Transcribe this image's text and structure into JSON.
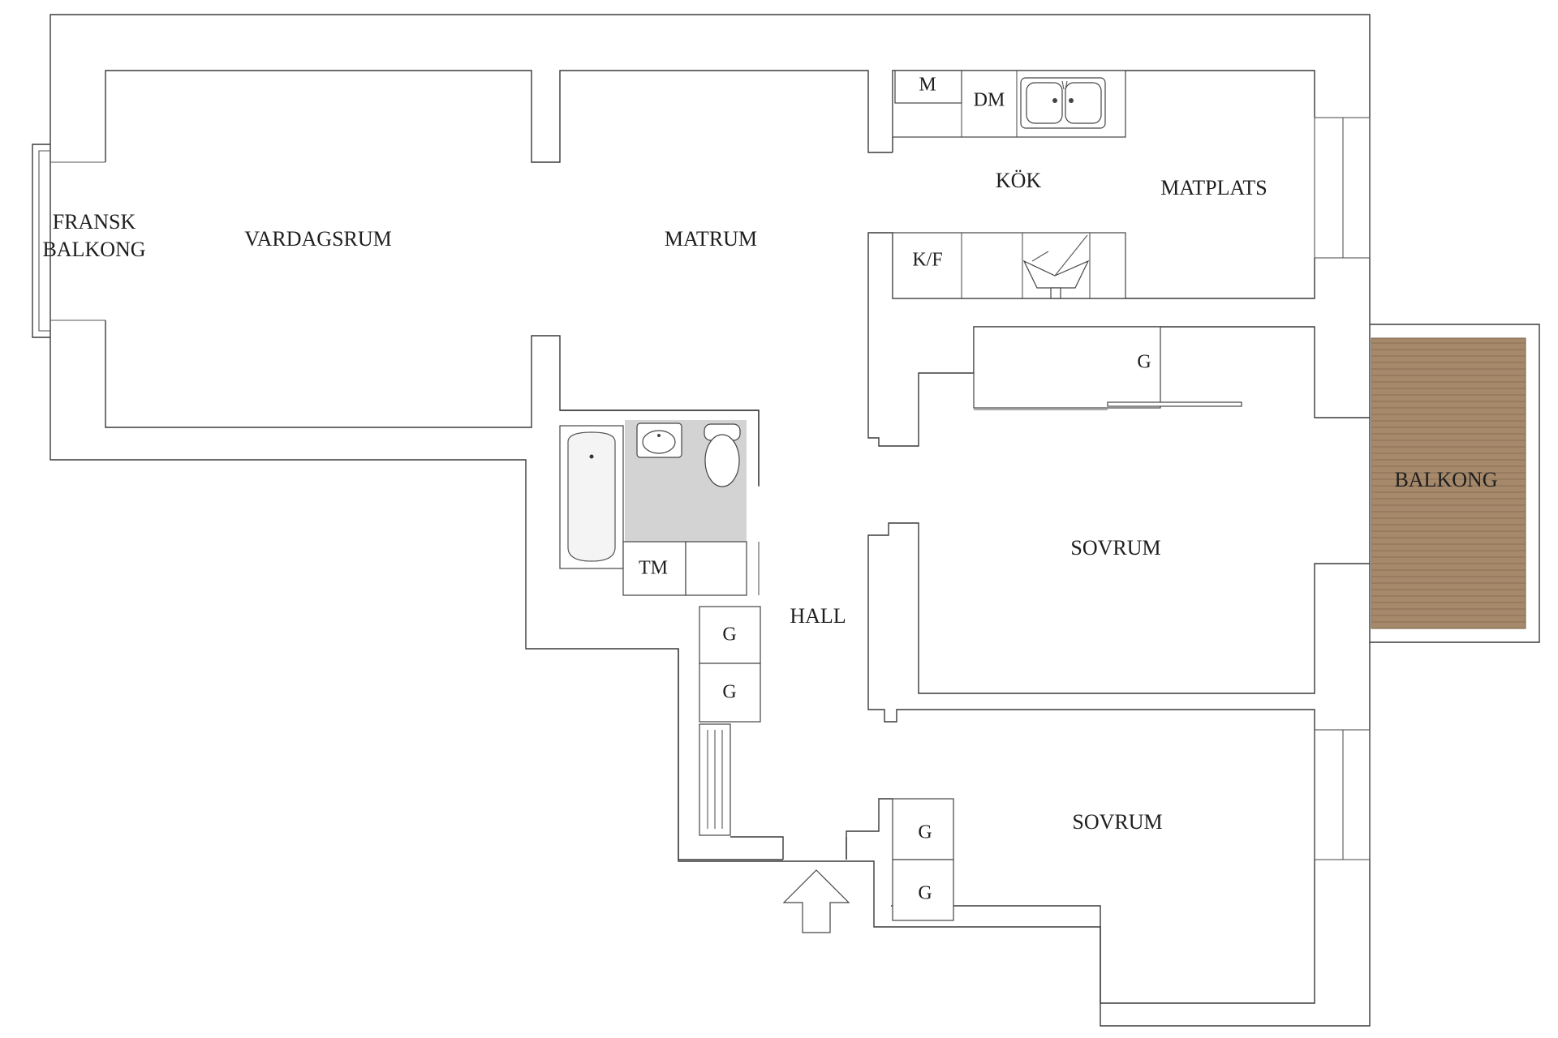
{
  "rooms": {
    "fransk_balkong_line1": "FRANSK",
    "fransk_balkong_line2": "BALKONG",
    "vardagsrum": "VARDAGSRUM",
    "matrum": "MATRUM",
    "kok": "KÖK",
    "matplats": "MATPLATS",
    "hall": "HALL",
    "sovrum_1": "SOVRUM",
    "sovrum_2": "SOVRUM",
    "balkong": "BALKONG"
  },
  "fixtures": {
    "microwave": "M",
    "dishwasher": "DM",
    "fridge_freezer": "K/F",
    "washing_machine": "TM",
    "wardrobe_bedroom1": "G",
    "wardrobe_hall_1": "G",
    "wardrobe_hall_2": "G",
    "wardrobe_bedroom2_1": "G",
    "wardrobe_bedroom2_2": "G"
  },
  "colors": {
    "wall": "#3a3a3a",
    "bathroom_floor": "#d3d3d3",
    "balcony_deck": "#a6896a",
    "balcony_stripe": "#8e7458"
  }
}
